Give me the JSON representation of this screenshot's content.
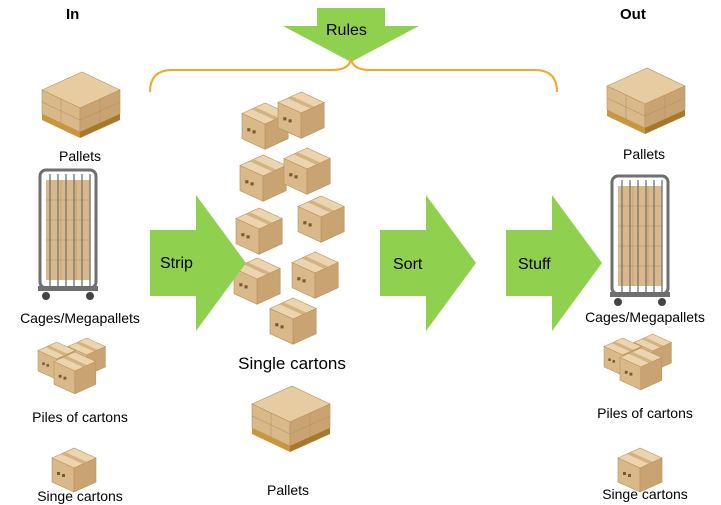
{
  "headers": {
    "in": "In",
    "out": "Out"
  },
  "rules": {
    "label": "Rules"
  },
  "process": {
    "strip": "Strip",
    "sort": "Sort",
    "stuff": "Stuff"
  },
  "middle": {
    "single_cartons": "Single cartons",
    "pallets": "Pallets"
  },
  "input_items": [
    "Pallets",
    "Cages/Megapallets",
    "Piles of cartons",
    "Singe cartons"
  ],
  "output_items": [
    "Pallets",
    "Cages/Megapallets",
    "Piles of cartons",
    "Singe cartons"
  ],
  "colors": {
    "arrow_green": "#8fd14f",
    "bracket_orange": "#f0a830",
    "carton": "#d9b98a",
    "carton_dark": "#b8915c",
    "carton_light": "#ecd5ae",
    "pallet_wood": "#c8963c",
    "cage_grey": "#7a7a7a"
  }
}
